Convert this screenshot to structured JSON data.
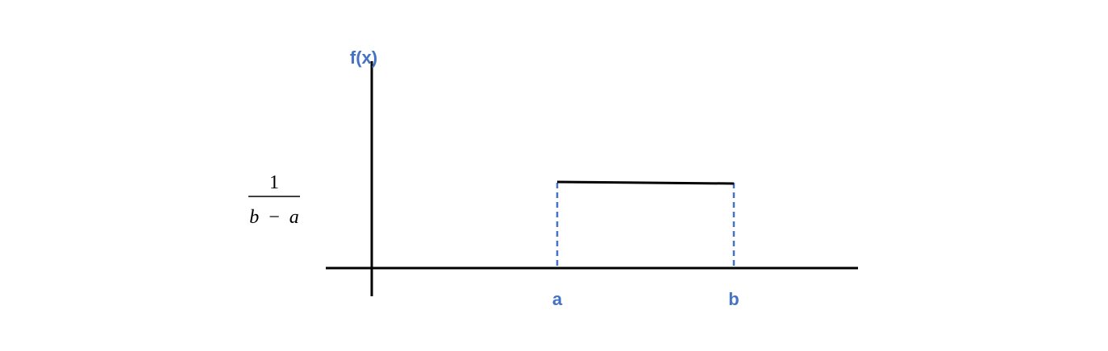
{
  "diagram": {
    "y_axis_label": "f(x)",
    "x_marker_a": "a",
    "x_marker_b": "b",
    "height_label": {
      "numerator": "1",
      "denominator_b": "b",
      "denominator_op": "−",
      "denominator_a": "a"
    }
  },
  "colors": {
    "accent": "#4472c4",
    "line": "#000000"
  }
}
